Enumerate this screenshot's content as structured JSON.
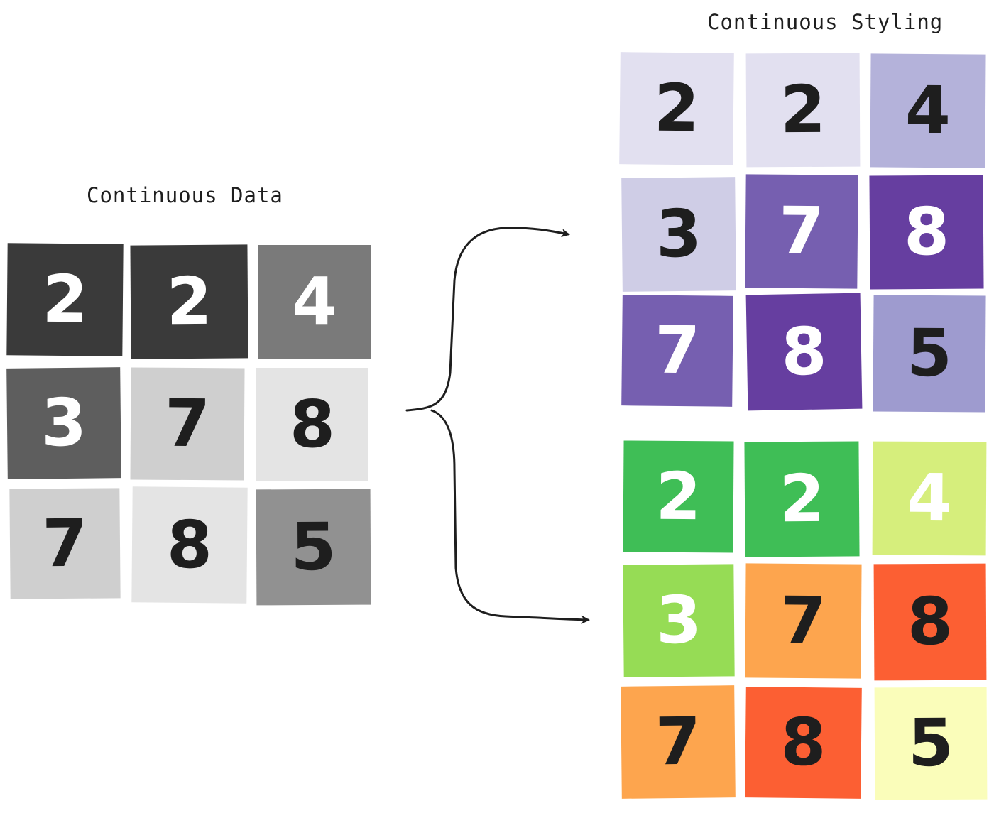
{
  "left": {
    "title": "Continuous Data",
    "cells": [
      {
        "value": "2",
        "bg": "#3a3a3a",
        "fg": "#ffffff"
      },
      {
        "value": "2",
        "bg": "#3a3a3a",
        "fg": "#ffffff"
      },
      {
        "value": "4",
        "bg": "#7a7a7a",
        "fg": "#ffffff"
      },
      {
        "value": "3",
        "bg": "#5e5e5e",
        "fg": "#ffffff"
      },
      {
        "value": "7",
        "bg": "#cfcfcf",
        "fg": "#1e1e1e"
      },
      {
        "value": "8",
        "bg": "#e4e4e4",
        "fg": "#1e1e1e"
      },
      {
        "value": "7",
        "bg": "#cfcfcf",
        "fg": "#1e1e1e"
      },
      {
        "value": "8",
        "bg": "#e4e4e4",
        "fg": "#1e1e1e"
      },
      {
        "value": "5",
        "bg": "#919191",
        "fg": "#1e1e1e"
      }
    ]
  },
  "right": {
    "title": "Continuous Styling",
    "purple_cells": [
      {
        "value": "2",
        "bg": "#e2e0f0",
        "fg": "#1e1e1e"
      },
      {
        "value": "2",
        "bg": "#e2e0f0",
        "fg": "#1e1e1e"
      },
      {
        "value": "4",
        "bg": "#b4b2da",
        "fg": "#1e1e1e"
      },
      {
        "value": "3",
        "bg": "#cfcde6",
        "fg": "#1e1e1e"
      },
      {
        "value": "7",
        "bg": "#765fb0",
        "fg": "#ffffff"
      },
      {
        "value": "8",
        "bg": "#663ea0",
        "fg": "#ffffff"
      },
      {
        "value": "7",
        "bg": "#765fb0",
        "fg": "#ffffff"
      },
      {
        "value": "8",
        "bg": "#663ea0",
        "fg": "#ffffff"
      },
      {
        "value": "5",
        "bg": "#9e9bcf",
        "fg": "#1e1e1e"
      }
    ],
    "color_cells": [
      {
        "value": "2",
        "bg": "#3fbe56",
        "fg": "#ffffff"
      },
      {
        "value": "2",
        "bg": "#3fbe56",
        "fg": "#ffffff"
      },
      {
        "value": "4",
        "bg": "#d6ee7c",
        "fg": "#ffffff"
      },
      {
        "value": "3",
        "bg": "#96dc55",
        "fg": "#ffffff"
      },
      {
        "value": "7",
        "bg": "#fda54e",
        "fg": "#1e1e1e"
      },
      {
        "value": "8",
        "bg": "#fc5f33",
        "fg": "#1e1e1e"
      },
      {
        "value": "7",
        "bg": "#fda54e",
        "fg": "#1e1e1e"
      },
      {
        "value": "8",
        "bg": "#fc5f33",
        "fg": "#1e1e1e"
      },
      {
        "value": "5",
        "bg": "#fafdba",
        "fg": "#1e1e1e"
      }
    ]
  }
}
